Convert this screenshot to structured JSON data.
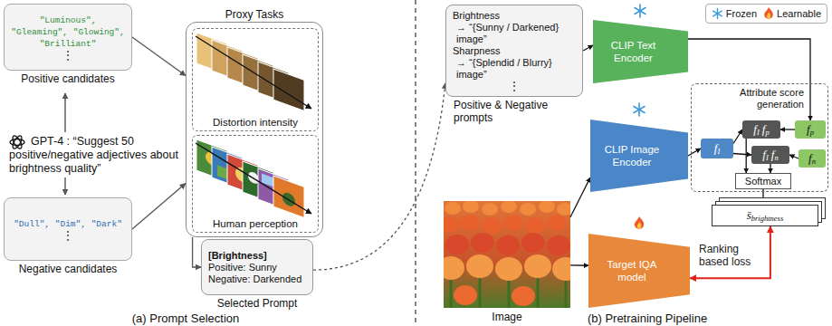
{
  "diagram": {
    "nodes": [
      {
        "text": [
          "\"Luminous\", \"Gleaming\", \"Glowing\", \"Brilliant\"",
          "⋮",
          "Positive candidates"
        ]
      },
      {
        "text": [
          "\"Dull\", \"Dim\", \"Dark\"",
          "⋮",
          "Negative candidates"
        ]
      },
      {
        "text": [
          "Proxy Tasks"
        ]
      },
      {
        "text": [
          "Distortion intensity"
        ],
        "in": 2
      },
      {
        "text": [
          "Human perception"
        ],
        "in": 2
      },
      {
        "text": [
          "[Brightness]",
          "Positive: Sunny",
          "Negative: Darkended",
          "Selected Prompt"
        ]
      },
      {
        "text": [
          "Brightness",
          "→ “{Sunny / Darkened} image”",
          "Sharpness",
          "→ “{Splendid / Blurry} image”",
          "⋮",
          "Positive & Negative prompts"
        ]
      },
      {
        "text": [
          "CLIP Text Encoder"
        ]
      },
      {
        "text": [
          "CLIP Image Encoder"
        ]
      },
      {
        "text": [
          "Image"
        ]
      },
      {
        "text": [
          "Target IQA model"
        ]
      },
      {
        "text": [
          "Attribute score generation"
        ]
      },
      {
        "text": [
          "f",
          "I"
        ],
        "in": 11
      },
      {
        "text": [
          "f",
          "I",
          "f",
          "p"
        ],
        "in": 11
      },
      {
        "text": [
          "f",
          "I",
          "f",
          "n"
        ],
        "in": 11
      },
      {
        "text": [
          "f",
          "p"
        ],
        "in": 11
      },
      {
        "text": [
          "f",
          "n"
        ],
        "in": 11
      },
      {
        "text": [
          "Softmax"
        ],
        "in": 11
      },
      {
        "text": [
          "s̄",
          "brightness"
        ]
      }
    ],
    "edges": [
      {
        "from": 0,
        "to": 2,
        "arrow": "to"
      },
      {
        "from": 1,
        "to": 2,
        "arrow": "to"
      },
      {
        "from": 2,
        "to": 5,
        "arrow": "to"
      },
      {
        "from": 5,
        "to": 6,
        "arrow": "to"
      },
      {
        "from": 6,
        "to": 7,
        "arrow": "to"
      },
      {
        "from": 7,
        "to": 15,
        "arrow": "to"
      },
      {
        "from": 9,
        "to": 8,
        "arrow": "to"
      },
      {
        "from": 9,
        "to": 10,
        "arrow": "to"
      },
      {
        "from": 8,
        "to": 12,
        "arrow": "to"
      },
      {
        "from": 12,
        "to": 13,
        "arrow": "to"
      },
      {
        "from": 12,
        "to": 14,
        "arrow": "to"
      },
      {
        "from": 15,
        "to": 13,
        "arrow": "to"
      },
      {
        "from": 16,
        "to": 14,
        "arrow": "to"
      },
      {
        "from": 13,
        "to": 17,
        "arrow": "to"
      },
      {
        "from": 14,
        "to": 17,
        "arrow": "to"
      },
      {
        "from": 17,
        "to": 18,
        "arrow": "to"
      },
      {
        "from": 10,
        "to": 18,
        "label": "Ranking based loss",
        "arrow": "both"
      }
    ],
    "labels": [
      "GPT-4 : “Suggest 50 positive/negative adjectives about brightness quality”",
      "(a) Prompt Selection",
      "(b) Pretraining Pipeline"
    ],
    "legend": [
      {
        "text": "Frozen"
      },
      {
        "text": "Learnable"
      }
    ]
  }
}
